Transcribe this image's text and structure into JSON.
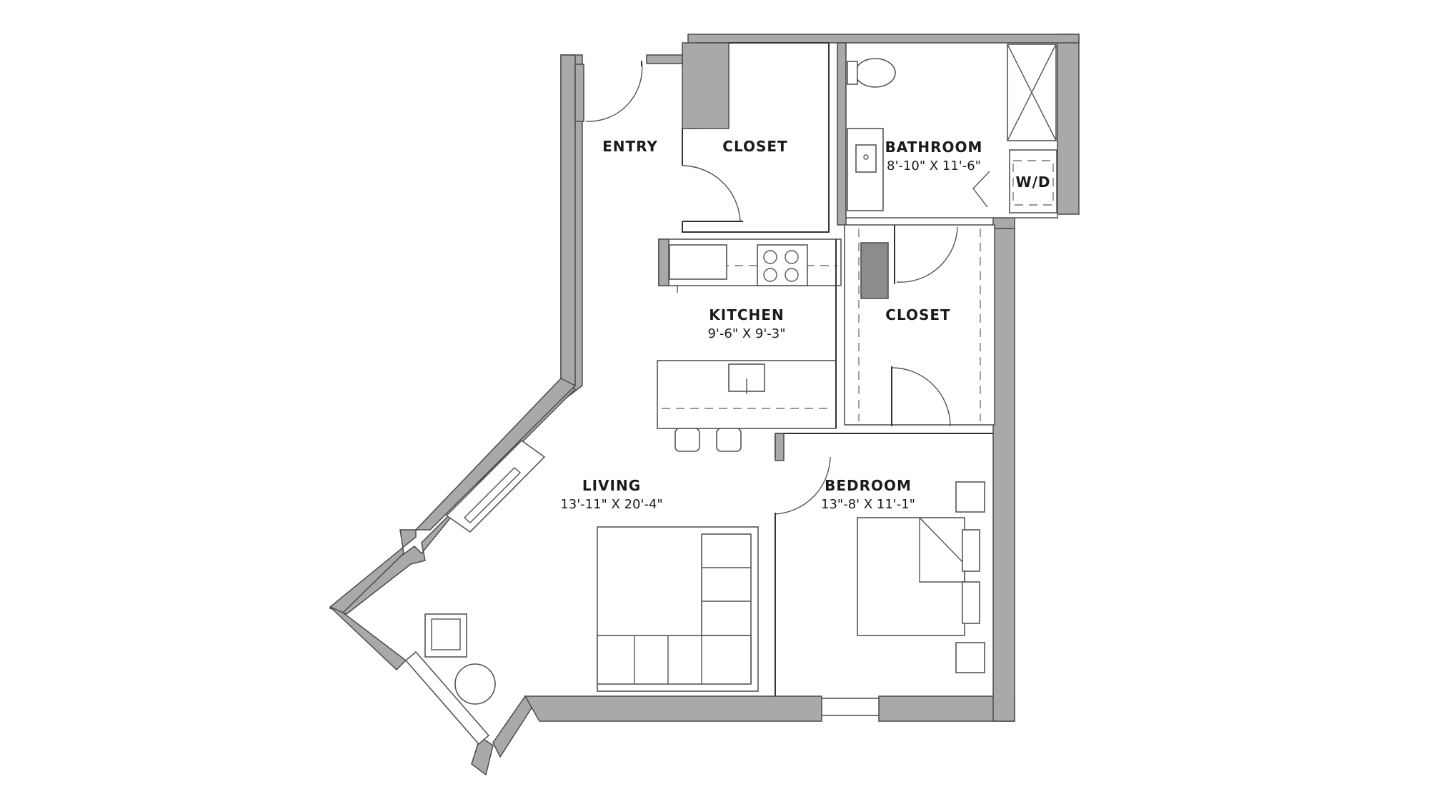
{
  "rooms": {
    "entry": {
      "title": "ENTRY"
    },
    "entry_closet": {
      "title": "CLOSET"
    },
    "bathroom": {
      "title": "BATHROOM",
      "dims": "8'-10\" X 11'-6\""
    },
    "washer_dryer": {
      "title": "W/D"
    },
    "kitchen": {
      "title": "KITCHEN",
      "dims": "9'-6\" X 9'-3\""
    },
    "bedroom_closet": {
      "title": "CLOSET"
    },
    "living": {
      "title": "LIVING",
      "dims": "13'-11\" X 20'-4\""
    },
    "bedroom": {
      "title": "BEDROOM",
      "dims": "13\"-8' X 11'-1\""
    }
  },
  "colors": {
    "wall": "#a9a9a9",
    "line": "#333333",
    "background": "#ffffff"
  }
}
